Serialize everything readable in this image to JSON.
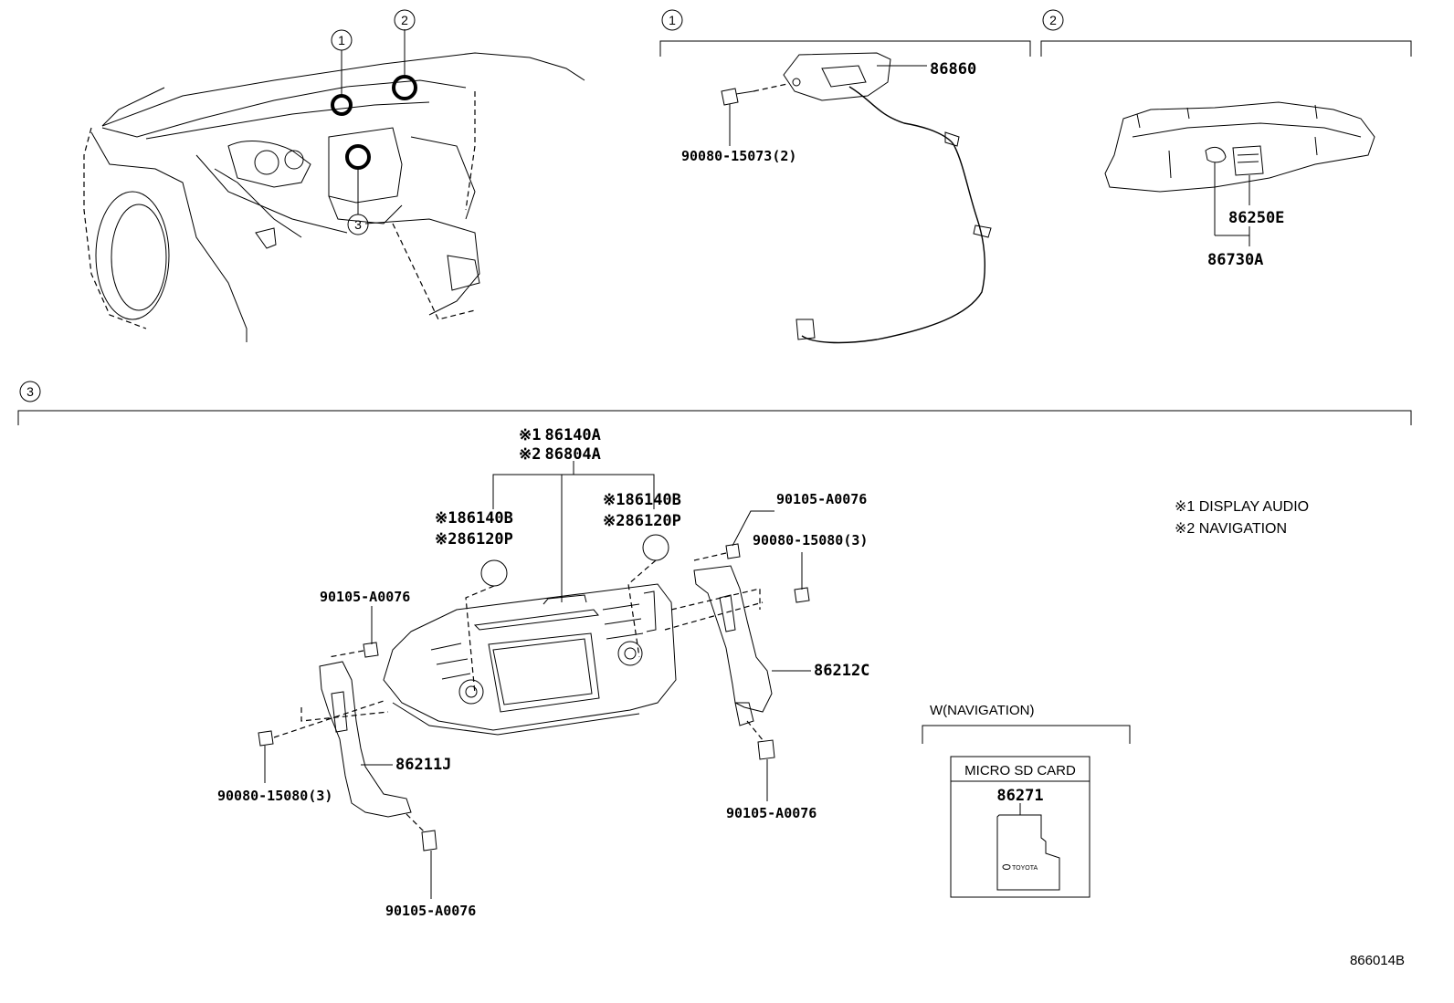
{
  "callouts": {
    "one": "1",
    "two": "2",
    "three": "3"
  },
  "section1": {
    "part_bracket": "86860",
    "part_screw": "90080-15073(2)"
  },
  "section2": {
    "part_upper": "86250E",
    "part_lower": "86730A"
  },
  "section3": {
    "main_unit_line1_mark": "※1",
    "main_unit_line1_part": "86140A",
    "main_unit_line2_mark": "※2",
    "main_unit_line2_part": "86804A",
    "knob_left_line1_mark": "※1",
    "knob_left_line1_part": "86140B",
    "knob_left_line2_mark": "※2",
    "knob_left_line2_part": "86120P",
    "knob_right_line1_mark": "※1",
    "knob_right_line1_part": "86140B",
    "knob_right_line2_mark": "※2",
    "knob_right_line2_part": "86120P",
    "screw_top_right": "90105-A0076",
    "screw_right_side": "90080-15080(3)",
    "screw_left_top": "90105-A0076",
    "bracket_right": "86212C",
    "bracket_left": "86211J",
    "screw_left_bottom": "90080-15080(3)",
    "screw_right_bottom": "90105-A0076",
    "screw_bottom_center": "90105-A0076"
  },
  "legend": {
    "line1": "※1 DISPLAY AUDIO",
    "line2": "※2 NAVIGATION"
  },
  "nav_box": {
    "heading": "W(NAVIGATION)",
    "card_title": "MICRO SD CARD",
    "card_part": "86271",
    "card_brand": "TOYOTA"
  },
  "figure_id": "866014B"
}
